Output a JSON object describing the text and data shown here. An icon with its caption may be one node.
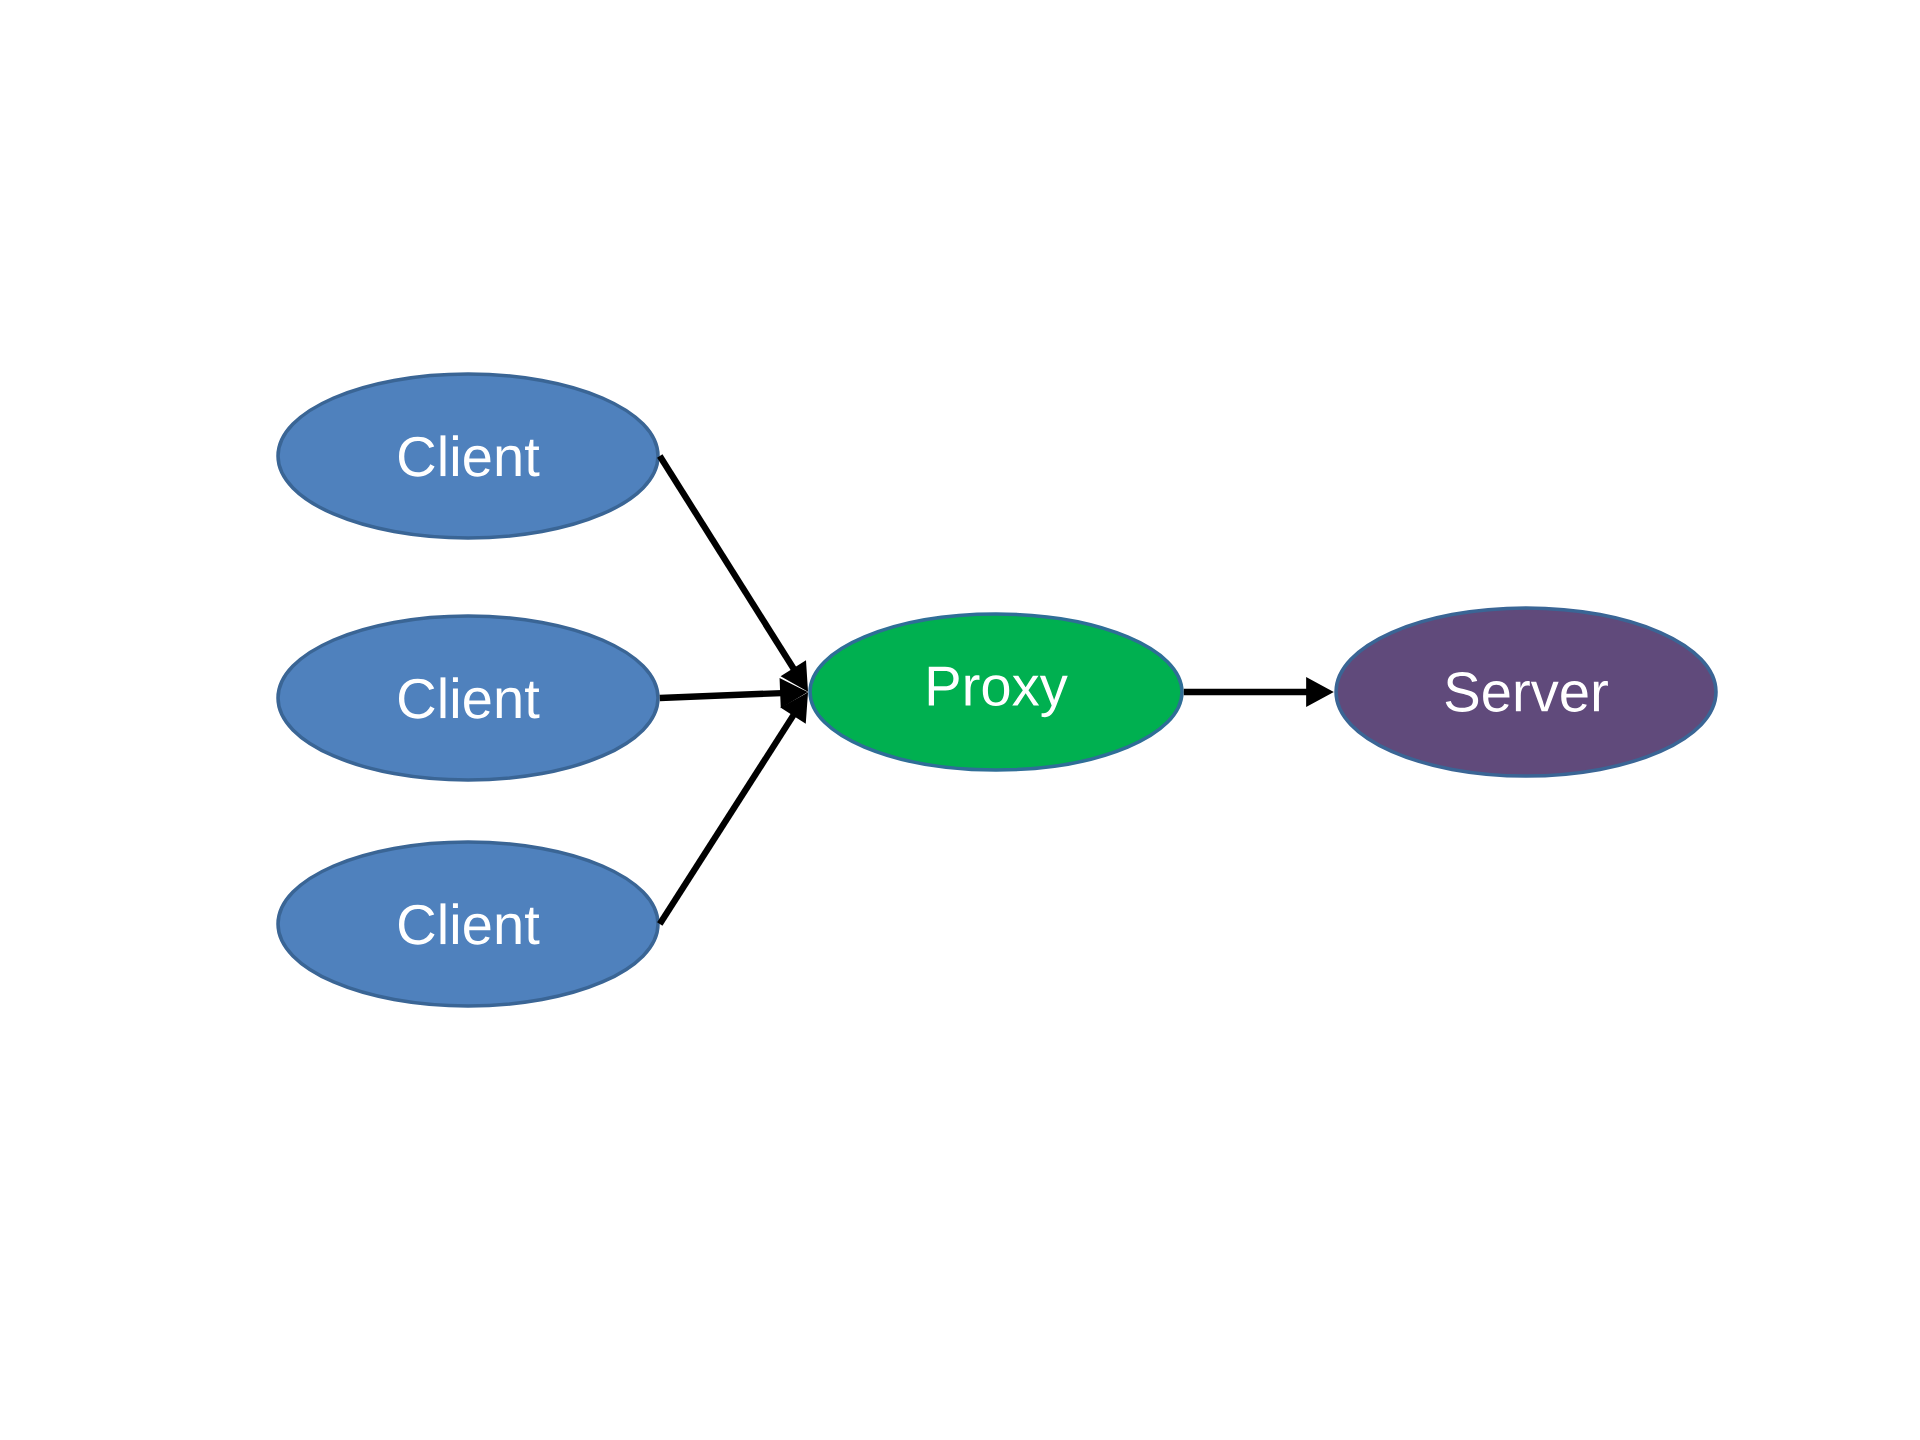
{
  "diagram": {
    "nodes": [
      {
        "text": [
          "Client"
        ]
      },
      {
        "text": [
          "Client"
        ]
      },
      {
        "text": [
          "Client"
        ]
      },
      {
        "text": [
          "Proxy"
        ]
      },
      {
        "text": [
          "Server"
        ]
      }
    ],
    "edges": [
      {
        "from": 0,
        "to": 3,
        "arrow": "to"
      },
      {
        "from": 1,
        "to": 3,
        "arrow": "to"
      },
      {
        "from": 2,
        "to": 3,
        "arrow": "to"
      },
      {
        "from": 3,
        "to": 4,
        "arrow": "to"
      }
    ]
  }
}
